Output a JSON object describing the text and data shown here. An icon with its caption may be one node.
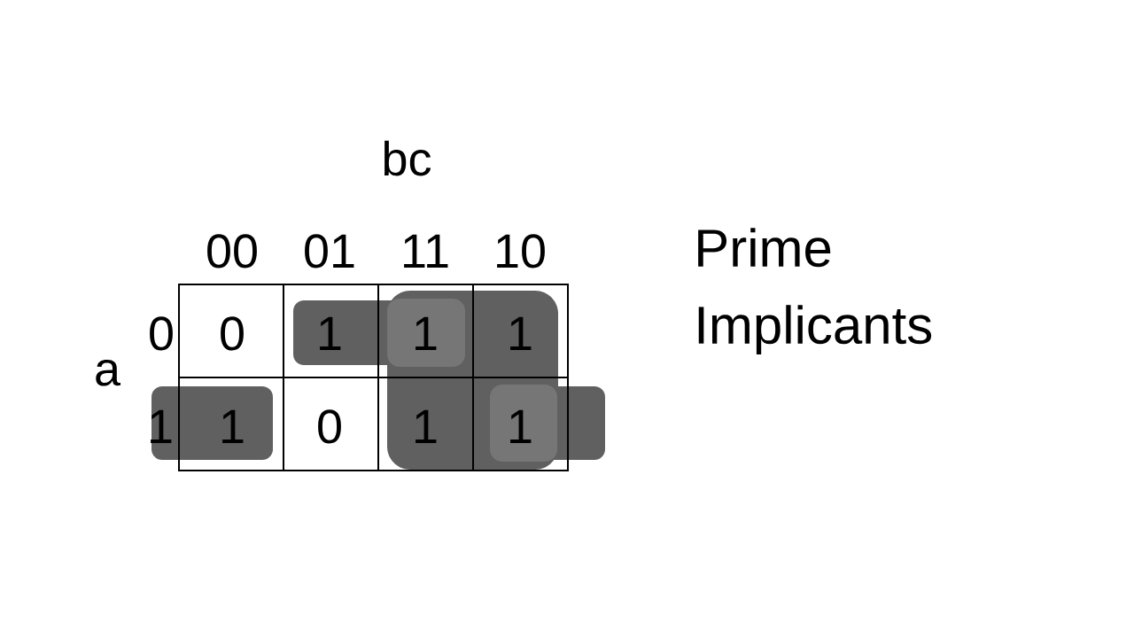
{
  "diagram": {
    "title": "Prime Implicants",
    "labels": [
      "bc",
      "00",
      "01",
      "11",
      "10",
      "0",
      "0",
      "1",
      "1",
      "1",
      "a",
      "1",
      "1",
      "0",
      "1",
      "1"
    ]
  }
}
